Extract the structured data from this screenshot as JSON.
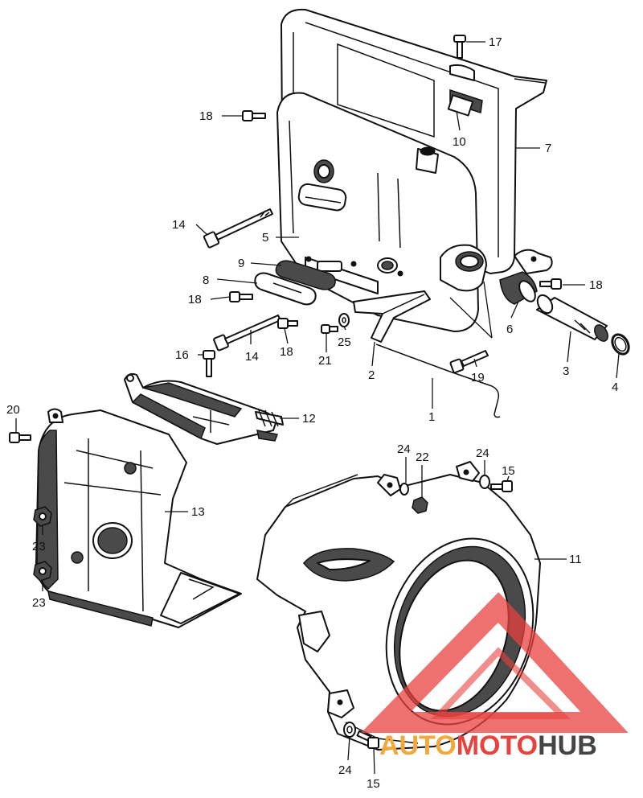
{
  "callouts": [
    {
      "label": "17"
    },
    {
      "label": "18"
    },
    {
      "label": "10"
    },
    {
      "label": "7"
    },
    {
      "label": "14"
    },
    {
      "label": "5"
    },
    {
      "label": "9"
    },
    {
      "label": "8"
    },
    {
      "label": "18"
    },
    {
      "label": "18"
    },
    {
      "label": "14"
    },
    {
      "label": "18"
    },
    {
      "label": "21"
    },
    {
      "label": "25"
    },
    {
      "label": "6"
    },
    {
      "label": "16"
    },
    {
      "label": "2"
    },
    {
      "label": "19"
    },
    {
      "label": "3"
    },
    {
      "label": "4"
    },
    {
      "label": "1"
    },
    {
      "label": "20"
    },
    {
      "label": "12"
    },
    {
      "label": "13"
    },
    {
      "label": "23"
    },
    {
      "label": "23"
    },
    {
      "label": "24"
    },
    {
      "label": "22"
    },
    {
      "label": "24"
    },
    {
      "label": "15"
    },
    {
      "label": "11"
    },
    {
      "label": "24"
    },
    {
      "label": "15"
    }
  ],
  "watermark": {
    "part1": "AUTO",
    "part2": "MOTO",
    "part3": "HUB",
    "colors": {
      "auto": "#f2a93b",
      "moto": "#e8423f",
      "hub": "#444444"
    }
  },
  "icons": {
    "watermark_logo": "triangle-logo-icon"
  }
}
